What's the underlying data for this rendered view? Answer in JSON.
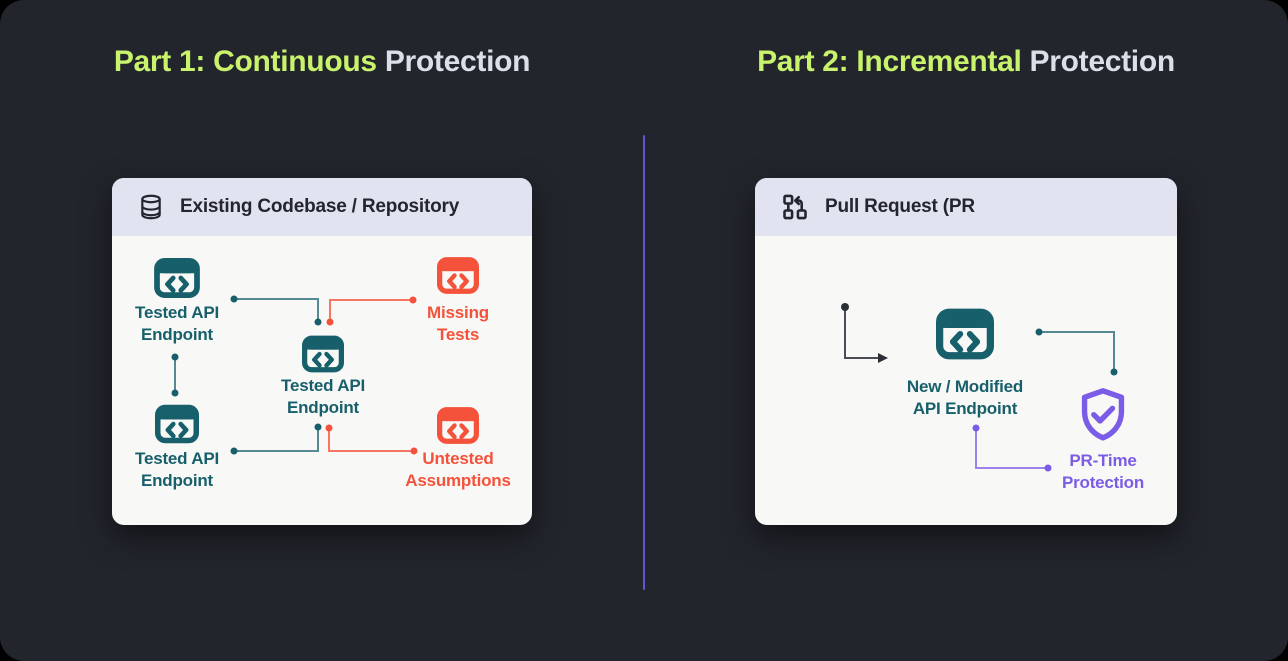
{
  "colors": {
    "bg": "#22252c",
    "lime": "#c9f26d",
    "title-muted": "#dcdfe8",
    "divider": "#6553d6",
    "card-bg": "#f8f8f7",
    "card-header-bg": "#e2e3f0",
    "ink": "#23262e",
    "teal": "#175f6b",
    "red": "#f4523a",
    "purple": "#7b5ce6",
    "dark-arrow": "#2c2f36"
  },
  "titles": {
    "part1": {
      "highlight": "Part 1: Continuous",
      "rest": "Protection"
    },
    "part2": {
      "highlight": "Part 2: Incremental",
      "rest": "Protection"
    }
  },
  "left_card": {
    "header": "Existing Codebase / Repository",
    "node_top_left": "Tested API Endpoint",
    "node_center": "Tested API Endpoint",
    "node_bottom_left": "Tested API Endpoint",
    "node_missing": "Missing Tests",
    "node_untested": "Untested Assumptions"
  },
  "right_card": {
    "header": "Pull Request (PR",
    "node_endpoint": "New / Modified API Endpoint",
    "node_protection": "PR-Time Protection"
  }
}
